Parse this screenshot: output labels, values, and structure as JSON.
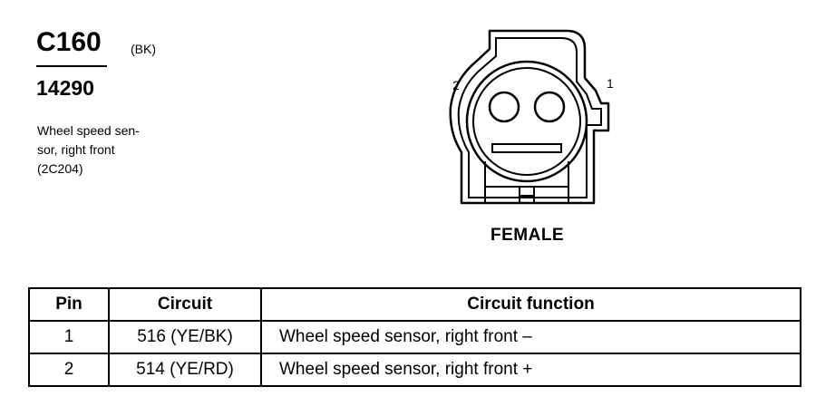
{
  "connector": {
    "id": "C160",
    "color": "(BK)",
    "part_number": "14290",
    "description_lines": [
      "Wheel speed sen-",
      "sor, right front",
      "(2C204)"
    ],
    "view_label": "FEMALE",
    "pin_labels": [
      "2",
      "1"
    ]
  },
  "table": {
    "headers": [
      "Pin",
      "Circuit",
      "Circuit function"
    ],
    "rows": [
      {
        "pin": "1",
        "circuit": "516 (YE/BK)",
        "function": "Wheel speed sensor, right front  –"
      },
      {
        "pin": "2",
        "circuit": "514 (YE/RD)",
        "function": "Wheel speed sensor, right front  +"
      }
    ]
  }
}
